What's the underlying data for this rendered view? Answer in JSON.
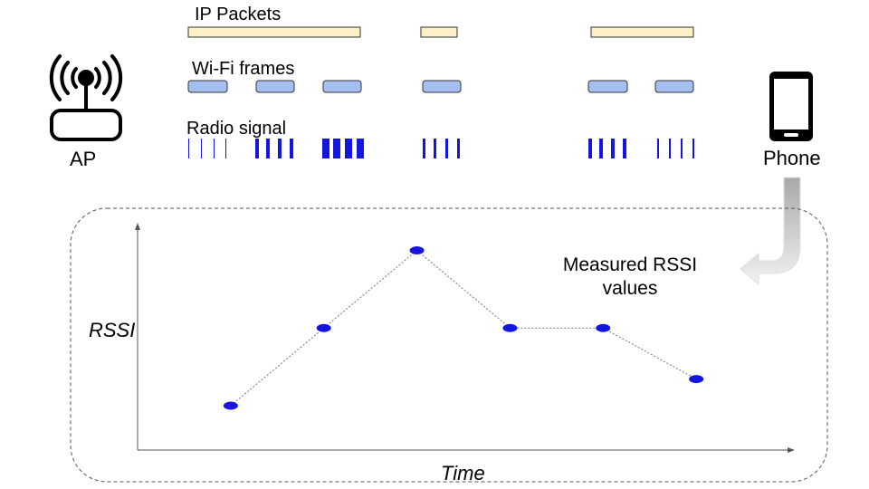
{
  "labels": {
    "ip_packets": "IP Packets",
    "wifi_frames": "Wi-Fi frames",
    "radio_signal": "Radio signal",
    "ap": "AP",
    "phone": "Phone",
    "measured_line1": "Measured RSSI",
    "measured_line2": "values"
  },
  "icons": {
    "ap": "wifi-router-icon",
    "phone": "smartphone-icon",
    "arrow": "curved-arrow-icon"
  },
  "colors": {
    "packet_fill": "#fdefc6",
    "frame_fill": "#a4bef0",
    "signal": "#1515e0",
    "point": "#1515e0"
  },
  "chart_data": {
    "type": "scatter",
    "title": "",
    "xlabel": "Time",
    "ylabel": "RSSI",
    "x": [
      1,
      2,
      3,
      4,
      5,
      6
    ],
    "y": [
      20,
      55,
      90,
      55,
      55,
      32
    ],
    "xlim": [
      0,
      7
    ],
    "ylim": [
      0,
      100
    ],
    "connected": true,
    "grid": false
  }
}
